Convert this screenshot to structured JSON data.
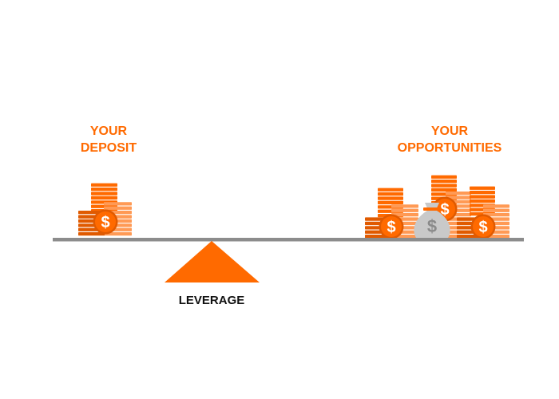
{
  "labels": {
    "deposit_line1": "YOUR",
    "deposit_line2": "DEPOSIT",
    "opportunities_line1": "YOUR",
    "opportunities_line2": "OPPORTUNITIES",
    "fulcrum": "LEVERAGE"
  },
  "coin_symbol": "$",
  "colors": {
    "accent": "#ff6a00",
    "accent_light": "#ff9a55",
    "accent_dark": "#e05a00",
    "beam": "#8c8c8c",
    "bag": "#c9c9c9",
    "bag_symbol": "#8a8a8a",
    "text": "#111111"
  }
}
